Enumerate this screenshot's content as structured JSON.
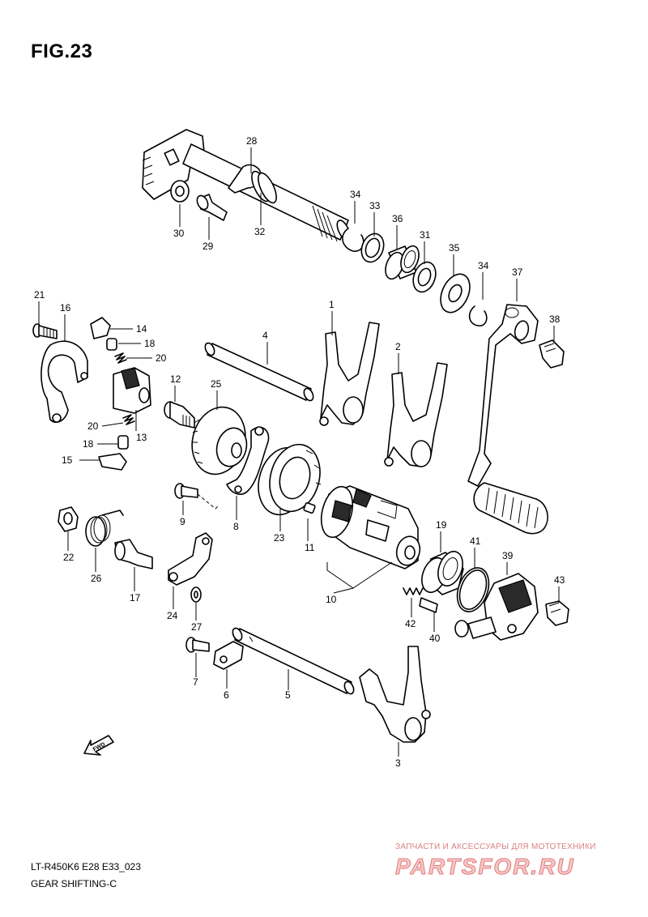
{
  "figure": {
    "title": "FIG.23",
    "model_code": "LT-R450K6 E28 E33_023",
    "section_title": "GEAR SHIFTING-C"
  },
  "watermark": {
    "tagline": "ЗАПЧАСТИ И АКСЕССУАРЫ ДЛЯ МОТОТЕХНИКИ",
    "logo_text": "PARTSFOR.RU"
  },
  "direction_marker": {
    "label": "FWD",
    "icon": "fwd-arrow-icon"
  },
  "callouts": {
    "p1": "1",
    "p2": "2",
    "p3": "3",
    "p4": "4",
    "p5": "5",
    "p6": "6",
    "p7": "7",
    "p8": "8",
    "p9": "9",
    "p10": "10",
    "p11": "11",
    "p12": "12",
    "p13": "13",
    "p14": "14",
    "p15": "15",
    "p16": "16",
    "p17": "17",
    "p18a": "18",
    "p18b": "18",
    "p19": "19",
    "p20a": "20",
    "p20b": "20",
    "p21": "21",
    "p22": "22",
    "p23": "23",
    "p24": "24",
    "p25": "25",
    "p26": "26",
    "p27": "27",
    "p28": "28",
    "p29": "29",
    "p30": "30",
    "p31": "31",
    "p32": "32",
    "p33": "33",
    "p34a": "34",
    "p34b": "34",
    "p35": "35",
    "p36": "36",
    "p37": "37",
    "p38": "38",
    "p39": "39",
    "p40": "40",
    "p41": "41",
    "p42": "42",
    "p43": "43"
  }
}
